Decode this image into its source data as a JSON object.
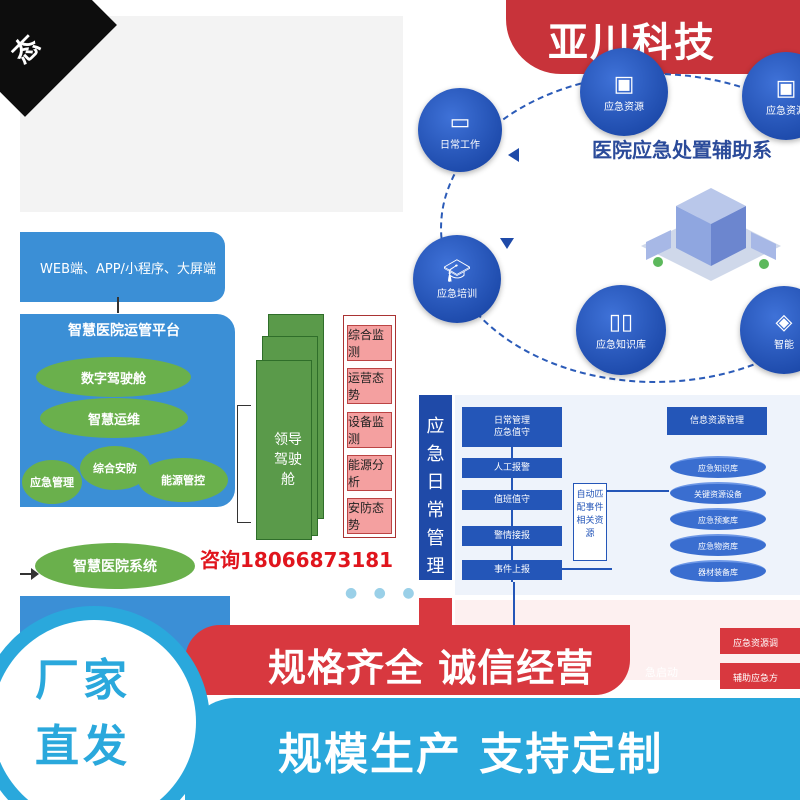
{
  "brand": {
    "name": "亚川科技",
    "accent": "#c8333a"
  },
  "platform": {
    "top_bar": "WEB端、APP/小程序、大屏端",
    "title": "智慧医院运管平台",
    "modules": [
      "数字驾驶舱",
      "智慧运维",
      "应急管理",
      "综合安防",
      "能源管控"
    ],
    "hospital_system": "智慧医院系统",
    "cockpit": "领导驾驶舱",
    "monitors": [
      "综合监测",
      "运营态势",
      "设备监测",
      "能源分析",
      "安防态势"
    ]
  },
  "contact": {
    "consult": "咨询18066873181"
  },
  "emergency_ring": {
    "title": "医院应急处置辅助系",
    "nodes": [
      {
        "label": "应急资源",
        "icon": "resource-icon"
      },
      {
        "label": "日常工作",
        "icon": "monitor-icon"
      },
      {
        "label": "应急培训",
        "icon": "graduation-cap-icon"
      },
      {
        "label": "应急知识库",
        "icon": "book-icon"
      },
      {
        "label": "智能",
        "icon": "smart-icon"
      }
    ]
  },
  "flow": {
    "side_title": "应急日常管理",
    "header_lines": [
      "日常管理",
      "应急值守"
    ],
    "steps": [
      "人工报警",
      "值班值守",
      "警情接报",
      "事件上报"
    ],
    "match_box": "自动匹配事件相关资源",
    "info_header": "信息资源管理",
    "databases": [
      "应急知识库",
      "关键资源设备",
      "应急预案库",
      "应急物资库",
      "器材装备库"
    ],
    "red_boxes": [
      "应急资源调",
      "辅助应急方"
    ],
    "partial": "急启动"
  },
  "slogans": {
    "line1": "规格齐全  诚信经营",
    "line2": "规模生产  支持定制"
  },
  "badge": {
    "line1": "厂家",
    "line2": "直发"
  },
  "colors": {
    "platform_blue": "#3b8fd6",
    "module_green": "#6ab04c",
    "slogan_red": "#d8383f",
    "slogan_blue": "#2aa8dc",
    "ring_blue": "#1f4aa8"
  }
}
